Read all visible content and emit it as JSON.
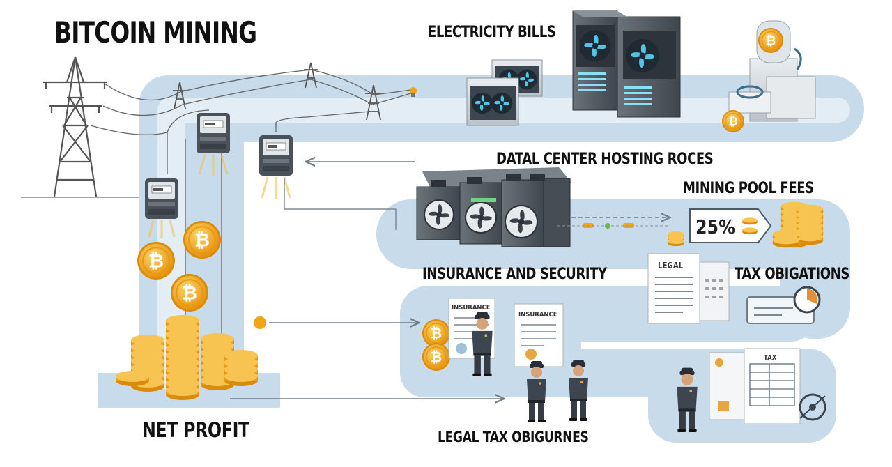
{
  "title": "BITCOIN MINING",
  "labels": {
    "electricity_bills": "ELECTRICITY BILLS",
    "data_center": "DATAL CENTER HOSTING ROCES",
    "mining_pool_fees": "MINING POOL FEES",
    "insurance_security": "INSURANCE AND SECURITY",
    "tax_obligations": "TAX OBIGATIONS",
    "net_profit": "NET PROFIT",
    "legal_tax": "LEGAL TAX OBIGURNES"
  },
  "pool_fee_percent": "25%",
  "documents": {
    "legal": "LEGAL",
    "insurance_1": "INSURANCE",
    "insurance_2": "INSURANCE",
    "tax": "TAX"
  },
  "colors": {
    "path": "#c9dcea",
    "coin": "#f2a316",
    "coin_light": "#f8c75a",
    "server_dark": "#505860",
    "arrow": "#7d8a96"
  },
  "icons": [
    "power-tower-icon",
    "electric-meter-icon",
    "bitcoin-coin-icon",
    "server-rack-icon",
    "cooling-fan-icon",
    "mining-machine-icon",
    "security-guard-icon",
    "document-icon",
    "lightbulb-icon"
  ]
}
